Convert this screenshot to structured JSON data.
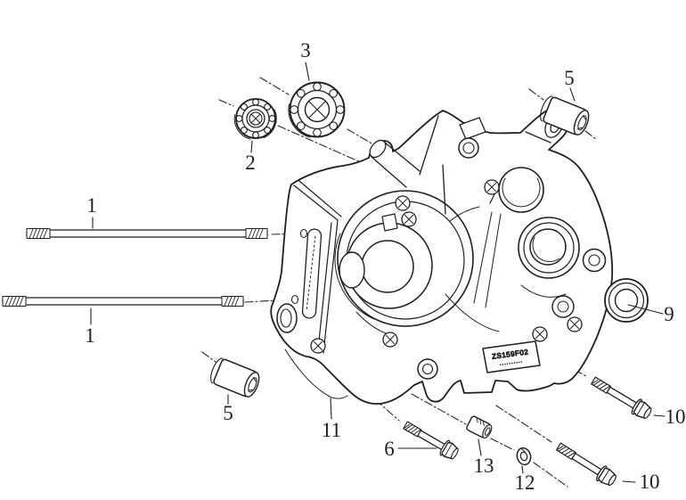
{
  "diagram": {
    "background": "#ffffff",
    "line_color": "#1f1f1f",
    "callouts": {
      "stud_top": "1",
      "stud_bottom": "1",
      "small_bearing": "2",
      "large_bearing": "3",
      "dowel_pin_top": "5",
      "dowel_pin_bottom": "5",
      "flange_bolt_short": "6",
      "oil_seal": "9",
      "flange_bolt_upper": "10",
      "flange_bolt_lower": "10",
      "crankcase": "11",
      "lock_washer": "12",
      "dowel_pin_small": "13"
    },
    "engraving": {
      "line1": "ZS159F02",
      "line2": "··········"
    }
  }
}
